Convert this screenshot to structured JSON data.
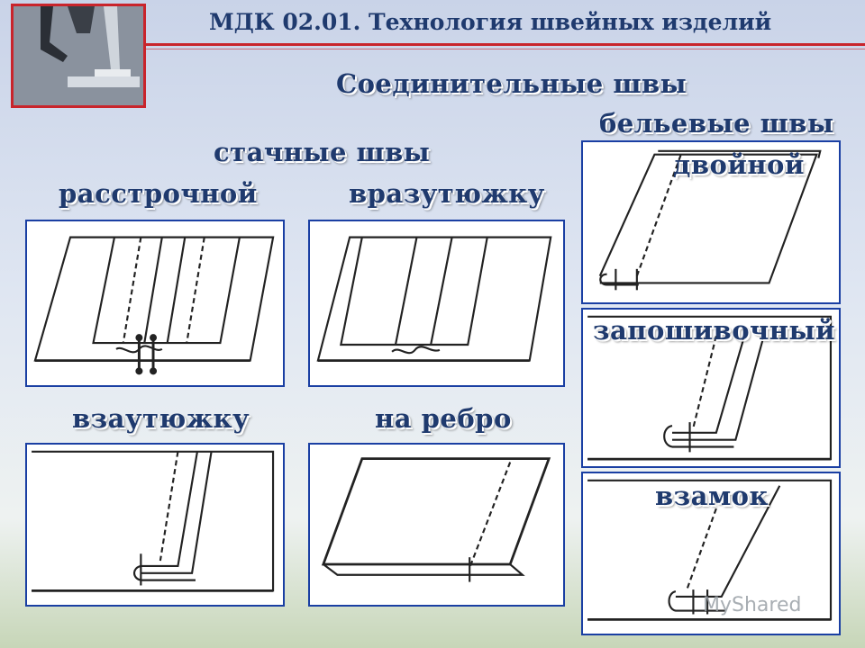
{
  "header": {
    "course": "МДК 02.01. Технология швейных изделий",
    "title": "Соединительные швы"
  },
  "groups": {
    "stachnye": "стачные швы",
    "belevye": "бельевые швы"
  },
  "seams": {
    "rasstrochnoy": "расстрочной",
    "vrazutyuzhku": "вразутюжку",
    "vzautyuzhku": "взаутюжку",
    "na_rebro": "на ребро",
    "dvoynoy": "двойной",
    "zaposhivochny": "запошивочный",
    "vzamok": "взамок"
  },
  "watermark": "MyShared",
  "colors": {
    "accent": "#c9242b",
    "text": "#1f3a6e",
    "frame": "#1a3fa3"
  }
}
